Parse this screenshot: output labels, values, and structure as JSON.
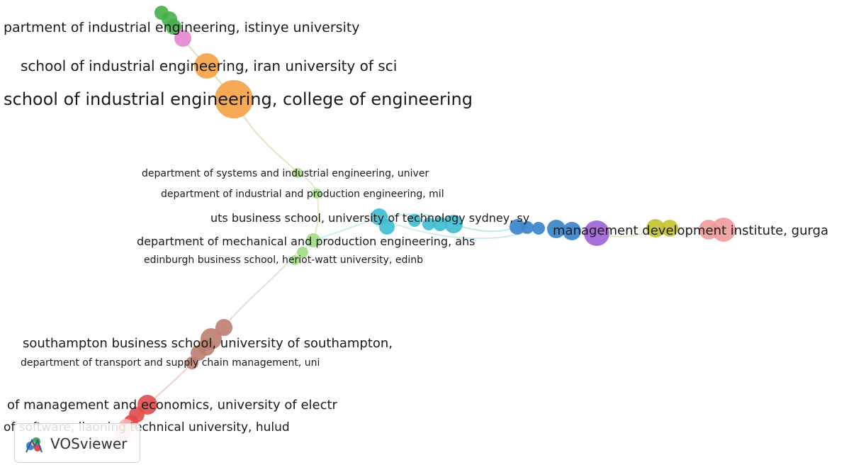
{
  "labels": {
    "istinye": "partment of industrial engineering, istinye university",
    "iran": "school of industrial engineering, iran university of sci",
    "college": "school of industrial engineering, college of engineering",
    "systems": "department of systems and industrial engineering, univer",
    "production": "department of industrial and production engineering, mil",
    "uts": "uts business school, university of technology sydney, sy",
    "mechanical": "department of mechanical and production engineering, ahs",
    "edinburgh": "edinburgh business school, heriot-watt university, edinb",
    "mdi": "management development institute, gurga",
    "southampton": "southampton business school, university of southampton,",
    "transport": "department of transport and supply chain management, uni",
    "electr": "of management and economics, university of electr",
    "software": "of software, liaoning technical university, hulud"
  },
  "logo": {
    "text": "VOSviewer"
  },
  "colors": {
    "green": "#44b04a",
    "pink": "#e37fd0",
    "orange": "#f5a142",
    "lightgreen": "#a6dd8a",
    "cyan": "#3cbcd0",
    "blue": "#3f88cc",
    "purple": "#9b62d4",
    "olive": "#c2c22c",
    "salmon": "#ef9a9a",
    "brown": "#bc7e70",
    "red": "#e04b4b",
    "lightred": "#f5b1b1"
  }
}
